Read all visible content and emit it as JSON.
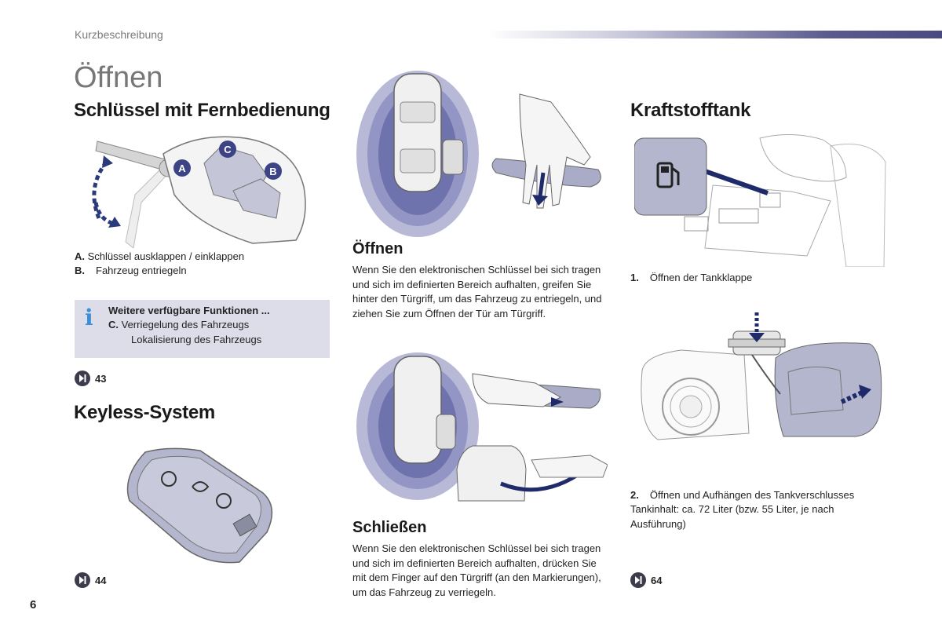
{
  "header": {
    "section_label": "Kurzbeschreibung",
    "page_number": "6"
  },
  "page_title": "Öffnen",
  "left": {
    "title": "Schlüssel mit Fernbedienung",
    "callouts": [
      "A",
      "B",
      "C"
    ],
    "legend": [
      {
        "key": "A.",
        "text": "Schlüssel ausklappen / einklappen"
      },
      {
        "key": "B.",
        "text": "Fahrzeug entriegeln"
      }
    ],
    "info": {
      "heading": "Weitere verfügbare Funktionen ...",
      "line1_key": "C.",
      "line1_text": "Verriegelung des Fahrzeugs",
      "line2": "Lokalisierung des Fahrzeugs"
    },
    "ref1": "43",
    "keyless_title": "Keyless-System",
    "ref2": "44"
  },
  "middle": {
    "open_title": "Öffnen",
    "open_text": "Wenn Sie den elektronischen Schlüssel bei sich tragen und sich im definierten Bereich aufhalten, greifen Sie hinter den Türgriff, um das Fahrzeug zu entriegeln, und ziehen Sie zum Öffnen der Tür am Türgriff.",
    "close_title": "Schließen",
    "close_text": "Wenn Sie den elektronischen Schlüssel bei sich tragen und sich im definierten Bereich aufhalten, drücken Sie mit dem Finger auf den Türgriff (an den Markierungen), um das Fahrzeug zu verriegeln."
  },
  "right": {
    "title": "Kraftstofftank",
    "step1_key": "1.",
    "step1_text": "Öffnen der Tankklappe",
    "step2_key": "2.",
    "step2_text": "Öffnen und Aufhängen des Tankverschlusses",
    "capacity": "Tankinhalt: ca. 72 Liter (bzw. 55 Liter, je nach Ausführung)",
    "ref": "64"
  }
}
